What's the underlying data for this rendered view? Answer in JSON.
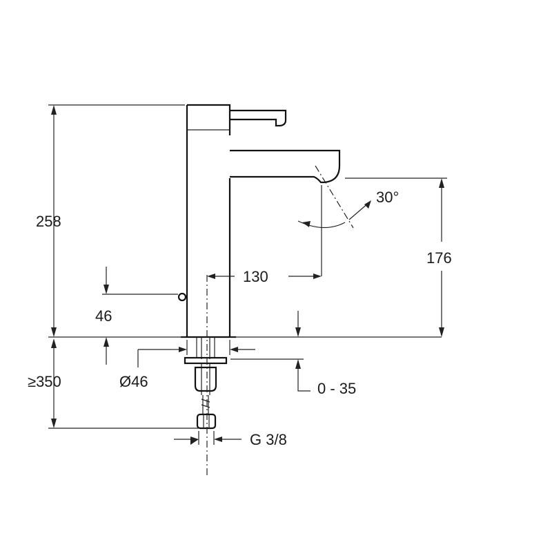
{
  "dimensions": {
    "total_height": "258",
    "spout_height": "176",
    "reach": "130",
    "button_height": "46",
    "min_distance": "≥350",
    "base_diameter": "Ø46",
    "deck_thickness": "0 - 35",
    "connection": "G 3/8",
    "swivel_angle": "30°"
  },
  "colors": {
    "line": "#111111",
    "background": "#ffffff"
  }
}
